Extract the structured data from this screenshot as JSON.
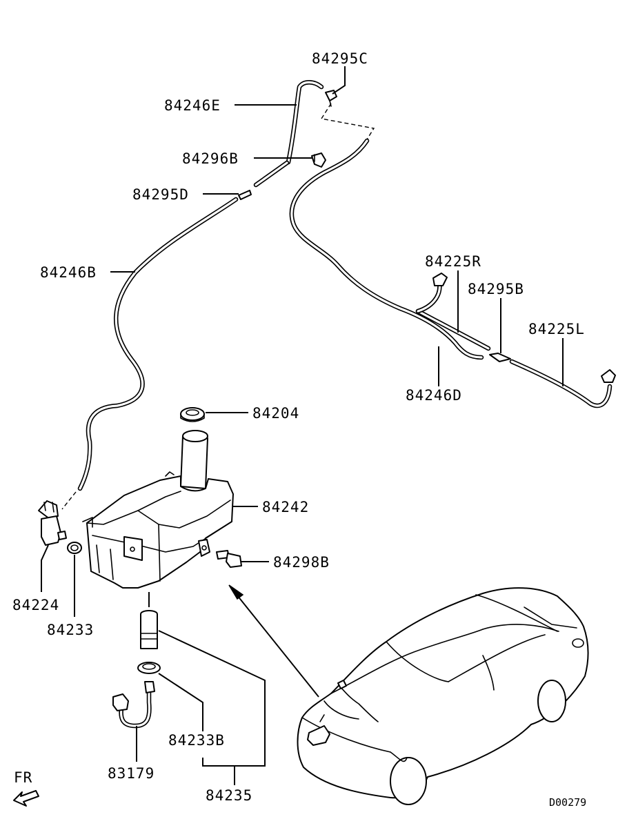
{
  "diagram": {
    "drawing_code": "D00279",
    "direction_label": "FR",
    "parts": {
      "p84295C": "84295C",
      "p84246E": "84246E",
      "p84296B": "84296B",
      "p84295D": "84295D",
      "p84246B": "84246B",
      "p84225R": "84225R",
      "p84295B": "84295B",
      "p84225L": "84225L",
      "p84246D": "84246D",
      "p84204": "84204",
      "p84242": "84242",
      "p84298B": "84298B",
      "p84224": "84224",
      "p84233": "84233",
      "p84233B": "84233B",
      "p83179": "83179",
      "p84235": "84235"
    }
  }
}
